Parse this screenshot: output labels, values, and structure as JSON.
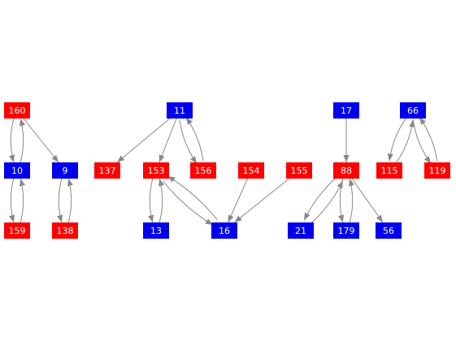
{
  "colors": {
    "red": "#ff0000",
    "blue": "#0000ee",
    "edge": "#888888",
    "label": "#ffffff"
  },
  "nodes": [
    {
      "id": "160",
      "label": "160",
      "color": "red"
    },
    {
      "id": "10",
      "label": "10",
      "color": "blue"
    },
    {
      "id": "9",
      "label": "9",
      "color": "blue"
    },
    {
      "id": "159",
      "label": "159",
      "color": "red"
    },
    {
      "id": "138",
      "label": "138",
      "color": "red"
    },
    {
      "id": "11",
      "label": "11",
      "color": "blue"
    },
    {
      "id": "137",
      "label": "137",
      "color": "red"
    },
    {
      "id": "153",
      "label": "153",
      "color": "red"
    },
    {
      "id": "156",
      "label": "156",
      "color": "red"
    },
    {
      "id": "154",
      "label": "154",
      "color": "red"
    },
    {
      "id": "155",
      "label": "155",
      "color": "red"
    },
    {
      "id": "13",
      "label": "13",
      "color": "blue"
    },
    {
      "id": "16",
      "label": "16",
      "color": "blue"
    },
    {
      "id": "17",
      "label": "17",
      "color": "blue"
    },
    {
      "id": "88",
      "label": "88",
      "color": "red"
    },
    {
      "id": "21",
      "label": "21",
      "color": "blue"
    },
    {
      "id": "179",
      "label": "179",
      "color": "blue"
    },
    {
      "id": "56",
      "label": "56",
      "color": "blue"
    },
    {
      "id": "66",
      "label": "66",
      "color": "blue"
    },
    {
      "id": "115",
      "label": "115",
      "color": "red"
    },
    {
      "id": "119",
      "label": "119",
      "color": "red"
    }
  ],
  "edges": [
    {
      "from": "160",
      "to": "10"
    },
    {
      "from": "10",
      "to": "160"
    },
    {
      "from": "160",
      "to": "9"
    },
    {
      "from": "10",
      "to": "159"
    },
    {
      "from": "159",
      "to": "10"
    },
    {
      "from": "9",
      "to": "138"
    },
    {
      "from": "138",
      "to": "9"
    },
    {
      "from": "11",
      "to": "137"
    },
    {
      "from": "11",
      "to": "153"
    },
    {
      "from": "11",
      "to": "156"
    },
    {
      "from": "156",
      "to": "11"
    },
    {
      "from": "153",
      "to": "13"
    },
    {
      "from": "13",
      "to": "153"
    },
    {
      "from": "153",
      "to": "16"
    },
    {
      "from": "16",
      "to": "153"
    },
    {
      "from": "154",
      "to": "16"
    },
    {
      "from": "155",
      "to": "16"
    },
    {
      "from": "17",
      "to": "88"
    },
    {
      "from": "88",
      "to": "21"
    },
    {
      "from": "21",
      "to": "88"
    },
    {
      "from": "88",
      "to": "179"
    },
    {
      "from": "179",
      "to": "88"
    },
    {
      "from": "88",
      "to": "56"
    },
    {
      "from": "66",
      "to": "115"
    },
    {
      "from": "115",
      "to": "66"
    },
    {
      "from": "66",
      "to": "119"
    },
    {
      "from": "119",
      "to": "66"
    }
  ]
}
